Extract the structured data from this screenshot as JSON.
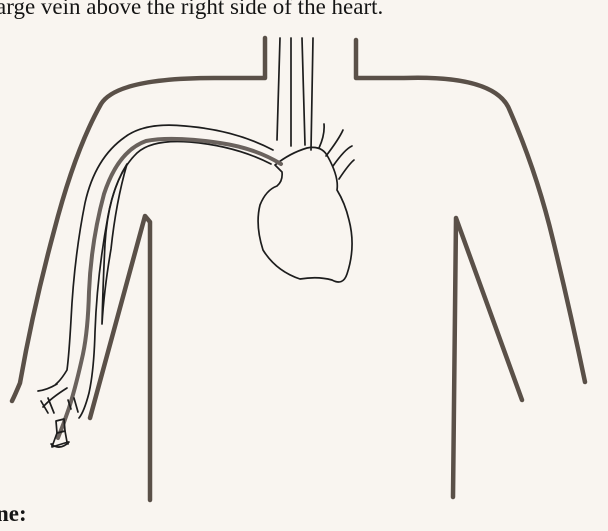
{
  "document": {
    "caption_fragment": "arge vein above the right side of the heart.",
    "heading_fragment": "ne:"
  },
  "illustration": {
    "depiction": "catheter-in-upper-arm-vein-to-heart",
    "colors": {
      "background": "#f9f5f0",
      "body_outline": "#5a5048",
      "vessel_lines": "#1d1d1d",
      "catheter": "#6a625d"
    }
  }
}
